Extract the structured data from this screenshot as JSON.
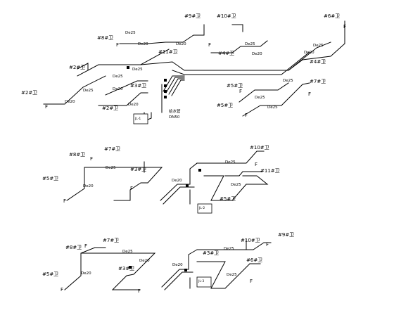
{
  "system1": {
    "fixtures": [
      "#9#卫",
      "#10#卫",
      "#6#卫",
      "#8#卫",
      "#11#卫",
      "#4#卫",
      "#2#卫",
      "#3#卫",
      "#5#卫",
      "#7#卫",
      "#2#卫",
      "#2#卫",
      "#5#卫",
      "#4#卫"
    ],
    "diameters": [
      "De25",
      "De20",
      "De25",
      "De20",
      "De20",
      "De25",
      "De20",
      "De25",
      "De25",
      "De20",
      "De25",
      "De25",
      "De20",
      "De25",
      "De20",
      "De25"
    ],
    "riser_tag": "JL-1",
    "main_diameter": "DN50",
    "main_label": "给水管"
  },
  "system2": {
    "fixtures": [
      "#8#卫",
      "#7#卫",
      "#3#卫",
      "#5#卫",
      "#10#卫",
      "#11#卫",
      "#5#卫"
    ],
    "diameters": [
      "De25",
      "De20",
      "De25",
      "De20",
      "De25"
    ],
    "riser_tag": "JL-2"
  },
  "system3": {
    "fixtures": [
      "#8#卫",
      "#7#卫",
      "#3#卫",
      "#5#卫",
      "#3#卫",
      "#10#卫",
      "#9#卫",
      "#6#卫"
    ],
    "diameters": [
      "De25",
      "De20",
      "De25",
      "De20",
      "De25",
      "De20"
    ],
    "riser_tag": "JL-3"
  },
  "f_mark": "F"
}
